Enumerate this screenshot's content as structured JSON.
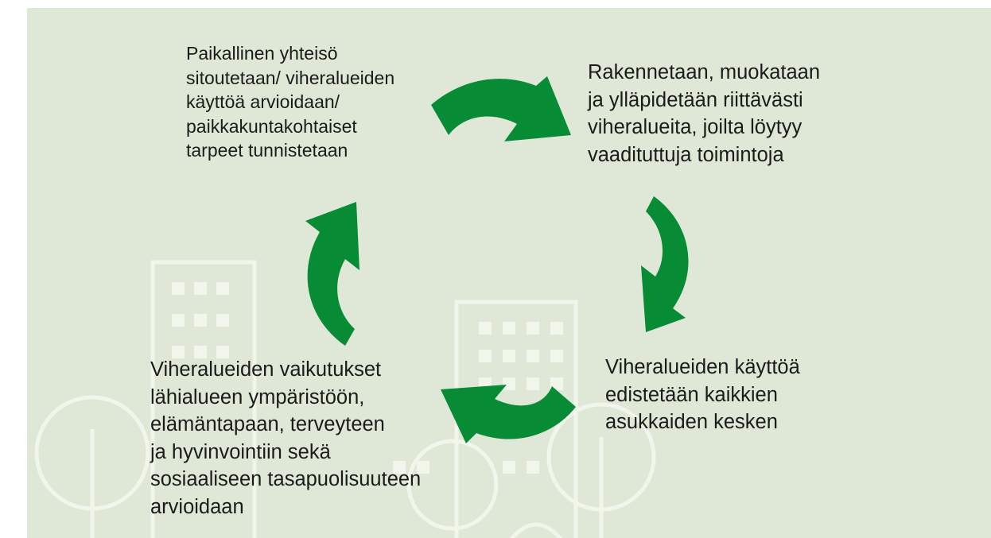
{
  "colors": {
    "panel": "#dfe8d6",
    "arrow": "#078b34",
    "decoration_outline": "#f1f5ec",
    "text": "#1b1b1b"
  },
  "cycle": {
    "top_left": "Paikallinen yhteisö\nsitoutetaan/ viheralueiden\nkäyttöä arvioidaan/\npaikkakuntakohtaiset\ntarpeet tunnistetaan",
    "top_right": "Rakennetaan, muokataan\nja ylläpidetään riittävästi\nviheralueita, joilta löytyy\nvaadituttuja toimintoja",
    "bottom_right": "Viheralueiden käyttöä\nedistetään kaikkien\nasukkaiden kesken",
    "bottom_left": "Viheralueiden vaikutukset\nlähialueen ympäristöön,\nelämäntapaan, terveyteen\nja hyvinvointiin sekä\nsosiaaliseen tasapuolisuuteen\narvioidaan"
  },
  "arrows": [
    "arrow-top",
    "arrow-right",
    "arrow-bottom",
    "arrow-left"
  ]
}
